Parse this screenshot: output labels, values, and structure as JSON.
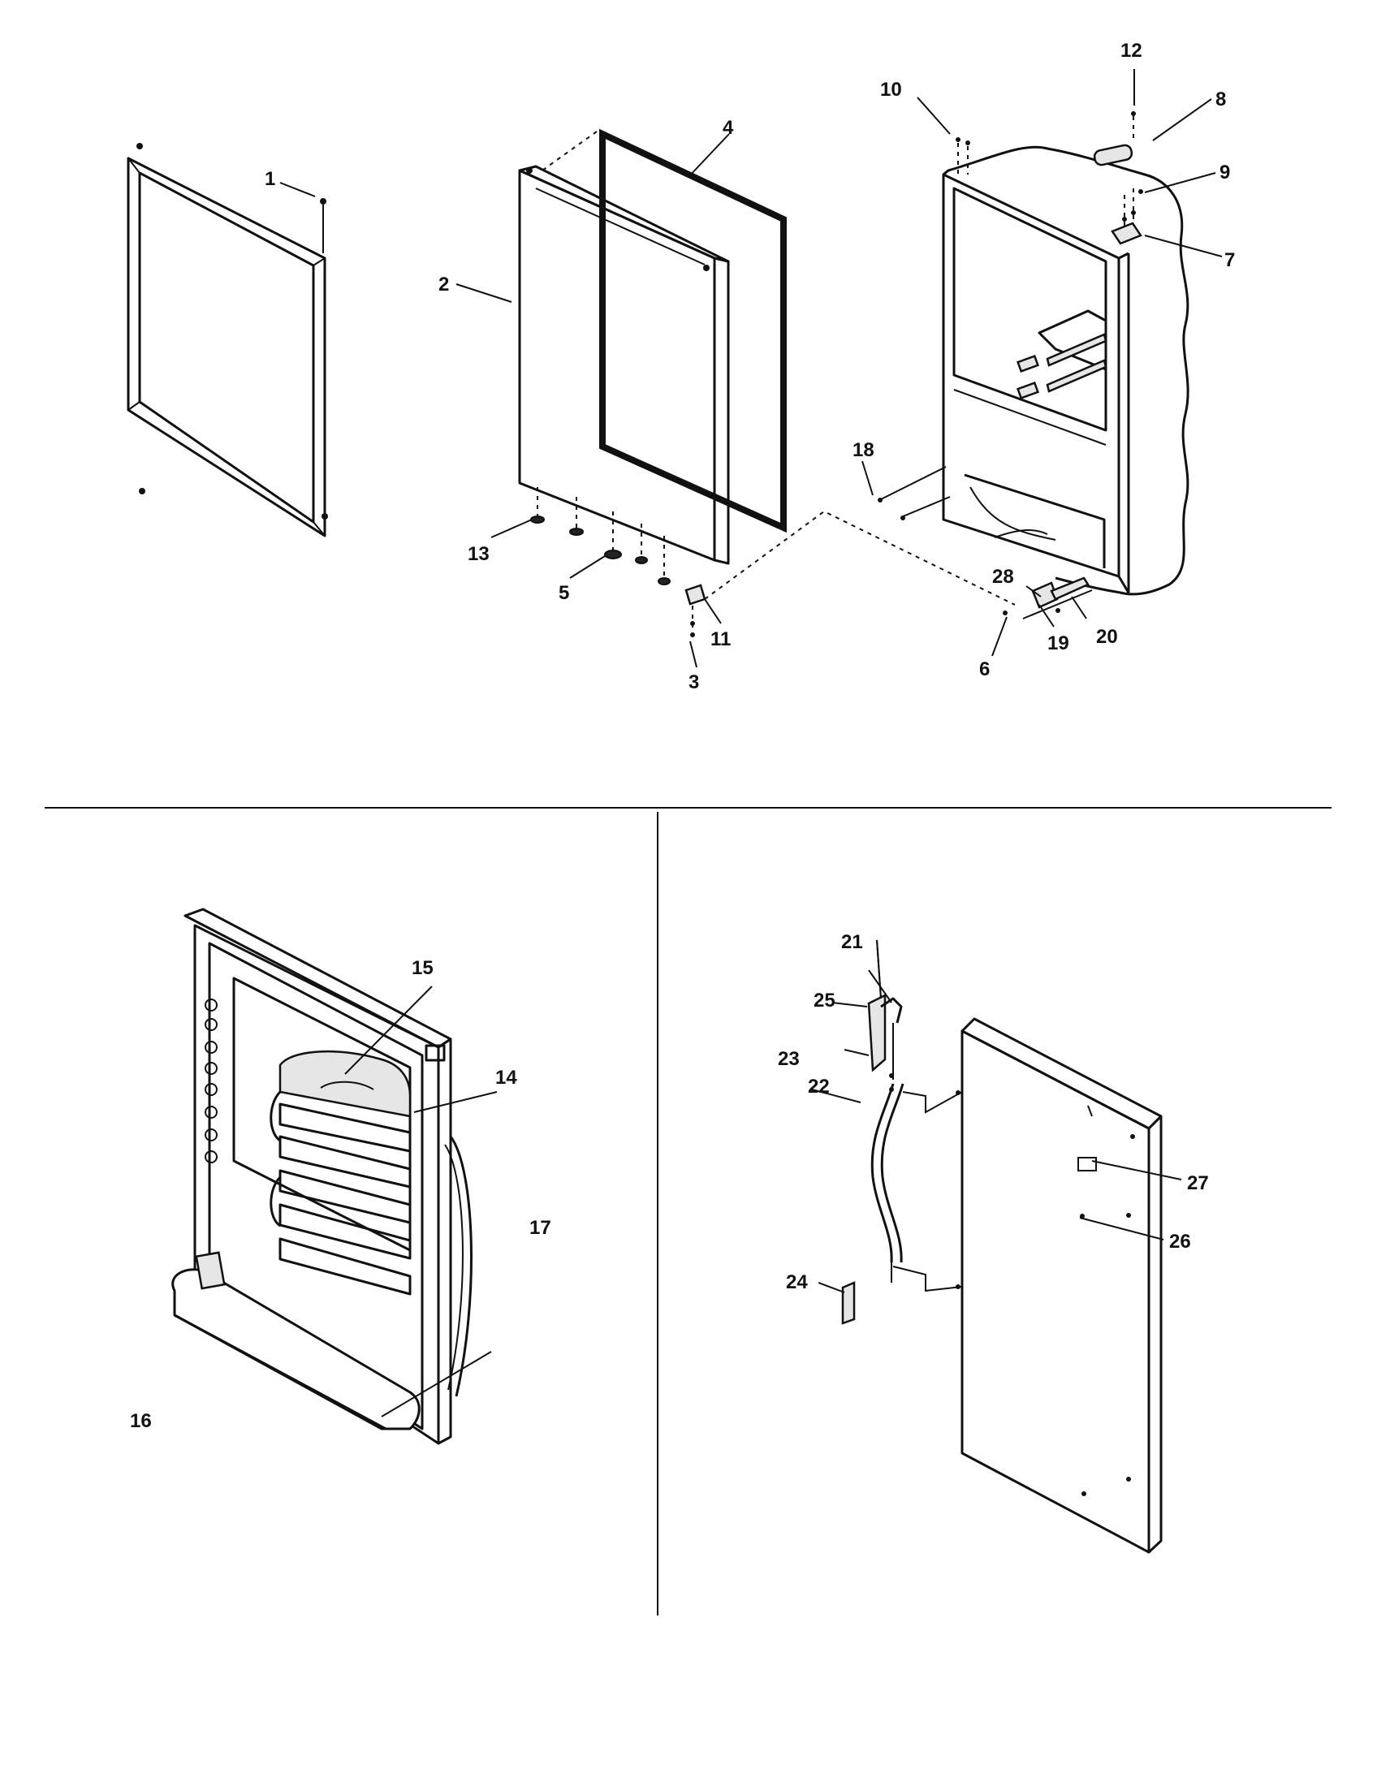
{
  "callouts": [
    {
      "id": "1",
      "text": "1"
    },
    {
      "id": "2",
      "text": "2"
    },
    {
      "id": "3",
      "text": "3"
    },
    {
      "id": "4",
      "text": "4"
    },
    {
      "id": "5",
      "text": "5"
    },
    {
      "id": "6",
      "text": "6"
    },
    {
      "id": "7",
      "text": "7"
    },
    {
      "id": "8",
      "text": "8"
    },
    {
      "id": "9",
      "text": "9"
    },
    {
      "id": "10",
      "text": "10"
    },
    {
      "id": "11",
      "text": "11"
    },
    {
      "id": "12",
      "text": "12"
    },
    {
      "id": "13",
      "text": "13"
    },
    {
      "id": "14",
      "text": "14"
    },
    {
      "id": "15",
      "text": "15"
    },
    {
      "id": "16",
      "text": "16"
    },
    {
      "id": "17",
      "text": "17"
    },
    {
      "id": "18",
      "text": "18"
    },
    {
      "id": "19",
      "text": "19"
    },
    {
      "id": "20",
      "text": "20"
    },
    {
      "id": "21",
      "text": "21"
    },
    {
      "id": "22",
      "text": "22"
    },
    {
      "id": "23",
      "text": "23"
    },
    {
      "id": "24",
      "text": "24"
    },
    {
      "id": "25",
      "text": "25"
    },
    {
      "id": "26",
      "text": "26"
    },
    {
      "id": "27",
      "text": "27"
    },
    {
      "id": "28",
      "text": "28"
    }
  ],
  "colors": {
    "line": "#111111",
    "background": "#ffffff",
    "shade": "#e6e6e6"
  }
}
